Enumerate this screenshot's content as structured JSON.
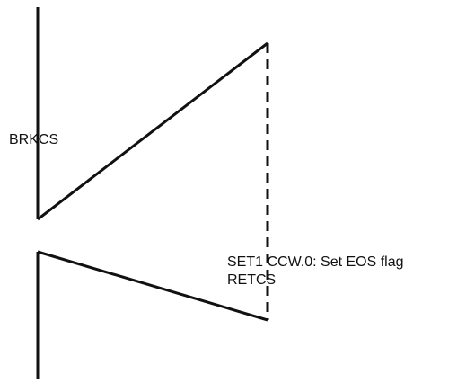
{
  "labels": {
    "left": "BRKCS",
    "right_line1": "SET1 CCW.0:  Set EOS flag",
    "right_line2": "RETCS"
  }
}
